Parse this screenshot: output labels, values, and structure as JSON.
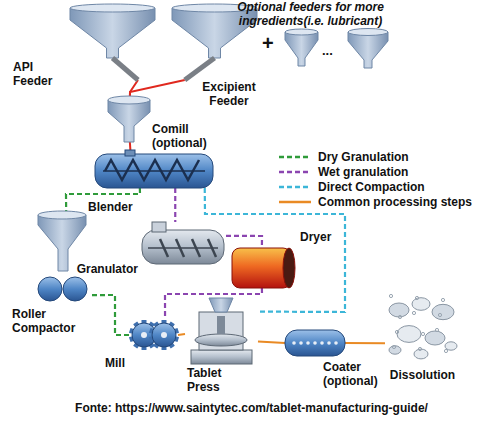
{
  "diagram": {
    "caption": "Fonte: https://www.saintytec.com/tablet-manufacturing-guide/",
    "nodes": [
      {
        "text": [
          "API Feeder"
        ]
      },
      {
        "text": [
          "Excipient Feeder"
        ]
      },
      {
        "text": [
          "Comill (optional)"
        ]
      },
      {
        "text": [
          "Blender"
        ]
      },
      {
        "text": [
          "Granulator"
        ]
      },
      {
        "text": [
          "Dryer"
        ]
      },
      {
        "text": [
          "Roller Compactor"
        ]
      },
      {
        "text": [
          "Mill"
        ]
      },
      {
        "text": [
          "Tablet Press"
        ]
      },
      {
        "text": [
          "Coater (optional)"
        ]
      },
      {
        "text": [
          "Dissolution"
        ]
      }
    ],
    "edges": [
      {
        "from": 0,
        "to": 2,
        "arrow": "none"
      },
      {
        "from": 1,
        "to": 2,
        "arrow": "none"
      },
      {
        "from": 2,
        "to": 3,
        "arrow": "none"
      },
      {
        "from": 3,
        "to": 6,
        "arrow": "none"
      },
      {
        "from": 3,
        "to": 4,
        "arrow": "none"
      },
      {
        "from": 4,
        "to": 5,
        "arrow": "none"
      },
      {
        "from": 5,
        "to": 7,
        "arrow": "none"
      },
      {
        "from": 6,
        "to": 7,
        "arrow": "none"
      },
      {
        "from": 3,
        "to": 8,
        "arrow": "none"
      },
      {
        "from": 7,
        "to": 8,
        "arrow": "none"
      },
      {
        "from": 8,
        "to": 9,
        "arrow": "none"
      },
      {
        "from": 9,
        "to": 10,
        "arrow": "none"
      }
    ],
    "labels": [
      "Optional feeders for more ingredients(i.e. lubricant)",
      "+",
      "..."
    ],
    "legend": [
      {
        "text": "Dry Granulation"
      },
      {
        "text": "Wet granulation"
      },
      {
        "text": "Direct Compaction"
      },
      {
        "text": "Common processing steps"
      }
    ]
  }
}
